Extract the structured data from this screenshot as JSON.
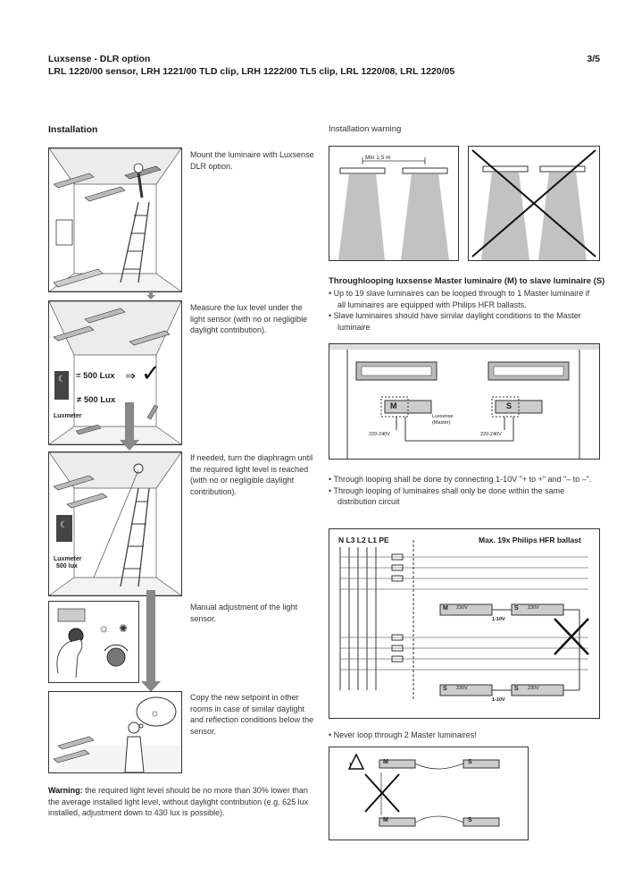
{
  "header": {
    "title": "Luxsense - DLR option",
    "subtitle": "LRL 1220/00 sensor, LRH 1221/00 TLD clip, LRH 1222/00 TL5 clip, LRL 1220/08, LRL 1220/05",
    "page": "3/5"
  },
  "installation": {
    "heading": "Installation",
    "steps": [
      {
        "text": "Mount the luminaire with Luxsense DLR option."
      },
      {
        "text": "Measure the lux level under the light sensor (with no or negligible daylight contribution)."
      },
      {
        "text": "If needed, turn the diaphragm until the required light level is reached (with no or negligible daylight contribution)."
      },
      {
        "text": "Manual adjustment of the light sensor."
      },
      {
        "text": "Copy the new setpoint in other rooms in case of similar daylight and reflection conditions below the sensor."
      }
    ],
    "panel2": {
      "eq": "= 500 Lux",
      "neq": "≠ 500 Lux",
      "meter": "Luxmeter"
    },
    "panel3": {
      "meter": "Luxmeter",
      "value": "500 lux"
    },
    "warning_label": "Warning:",
    "warning_text": " the required light level should be no more than 30% lower than the average installed light level, without daylight contribution (e.g. 625 lux installed, adjustment down to 430 lux is possible)."
  },
  "install_warning": {
    "heading": "Installation warning",
    "min_label": "Min 1,5 m"
  },
  "throughlooping": {
    "heading": "Throughlooping luxsense Master luminaire (M) to slave luminaire (S)",
    "bullets": [
      "• Up to 19 slave luminaires can be looped through to 1 Master luminaire if all luminaires are equipped with Philips HFR ballasts.",
      "• Slave luminaires should have similar daylight conditions to the Master luminaire"
    ],
    "diagram": {
      "m": "M",
      "s": "S",
      "luxsense": "Luxsense",
      "master": "(Master)",
      "v1": "220-240V",
      "v2": "220-240V"
    },
    "bullets2": [
      "• Through looping shall be done by connecting 1-10V \"+ to +\" and \"– to –\".",
      "• Through looping of luminaires shall only be done within the same distribution circuit"
    ]
  },
  "wiring": {
    "labels": "N L3 L2 L1 PE",
    "max": "Max. 19x Philips HFR ballast",
    "v230": "230V",
    "v110": "1-10V",
    "m": "M",
    "s": "S"
  },
  "never": {
    "text": "• Never loop through 2 Master luminaires!",
    "m": "M",
    "s": "S"
  }
}
